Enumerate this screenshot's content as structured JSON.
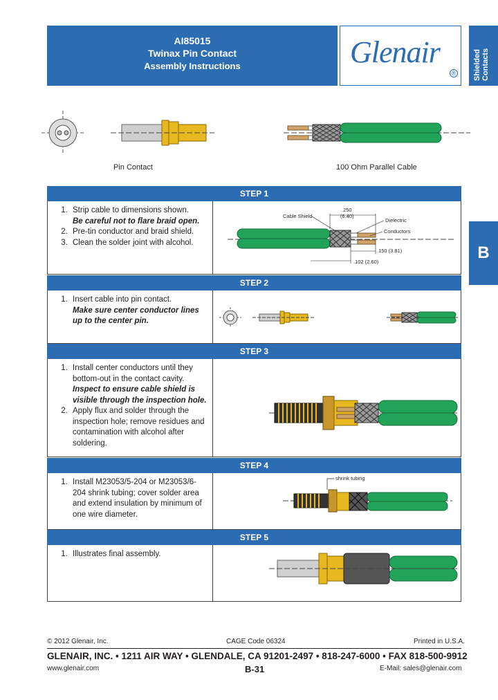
{
  "header": {
    "part_number": "AI85015",
    "title": "Twinax Pin Contact",
    "subtitle": "Assembly Instructions",
    "logo_text": "Glenair",
    "logo_registered": "®"
  },
  "side_tab": {
    "line1": "Shielded",
    "line2": "Contacts",
    "section_letter": "B"
  },
  "top_figures": {
    "left_caption": "Pin Contact",
    "right_caption": "100 Ohm Parallel Cable"
  },
  "steps": [
    {
      "label": "STEP 1",
      "items": [
        {
          "num": "1.",
          "text": "Strip cable to dimensions shown.",
          "emphasis": "Be careful not to flare braid open."
        },
        {
          "num": "2.",
          "text": "Pre-tin conductor and braid shield.",
          "emphasis": ""
        },
        {
          "num": "3.",
          "text": "Clean the solder joint with alcohol.",
          "emphasis": ""
        }
      ],
      "figure_labels": {
        "cable_shield": "Cable Shield",
        "dim_top": ".250",
        "dim_top_metric": "(6.40)",
        "dielectric": "Dielectric",
        "conductors": "Conductors",
        "dim_mid": ".150 (3.81)",
        "dim_bottom": ".102 (2.60)"
      }
    },
    {
      "label": "STEP 2",
      "items": [
        {
          "num": "1.",
          "text": "Insert cable into pin contact.",
          "emphasis": "Make sure center conductor lines up to the center pin."
        }
      ]
    },
    {
      "label": "STEP 3",
      "items": [
        {
          "num": "1.",
          "text": "Install center conductors until they bottom-out in the contact cavity.",
          "emphasis": "Inspect to ensure cable shield is visible through the inspection hole."
        },
        {
          "num": "2.",
          "text": "Apply flux and solder through the inspection hole; remove residues and contamination with alcohol after soldering.",
          "emphasis": ""
        }
      ]
    },
    {
      "label": "STEP 4",
      "items": [
        {
          "num": "1.",
          "text": "Install M23053/5-204 or M23053/6-204 shrink tubing; cover solder area and extend insulation by minimum of one wire diameter.",
          "emphasis": ""
        }
      ],
      "figure_labels": {
        "shrink": "shrink tubing"
      }
    },
    {
      "label": "STEP 5",
      "items": [
        {
          "num": "1.",
          "text": "Illustrates final assembly.",
          "emphasis": ""
        }
      ]
    }
  ],
  "footer": {
    "copyright": "© 2012 Glenair, Inc.",
    "cage": "CAGE Code 06324",
    "printed": "Printed in U.S.A.",
    "address": "GLENAIR, INC. • 1211 AIR WAY • GLENDALE, CA 91201-2497 • 818-247-6000 • FAX 818-500-9912",
    "website": "www.glenair.com",
    "page": "B-31",
    "email": "E-Mail: sales@glenair.com"
  },
  "colors": {
    "brand_blue": "#2b6cb3",
    "cable_green": "#22a35a",
    "gold": "#e8b820"
  }
}
